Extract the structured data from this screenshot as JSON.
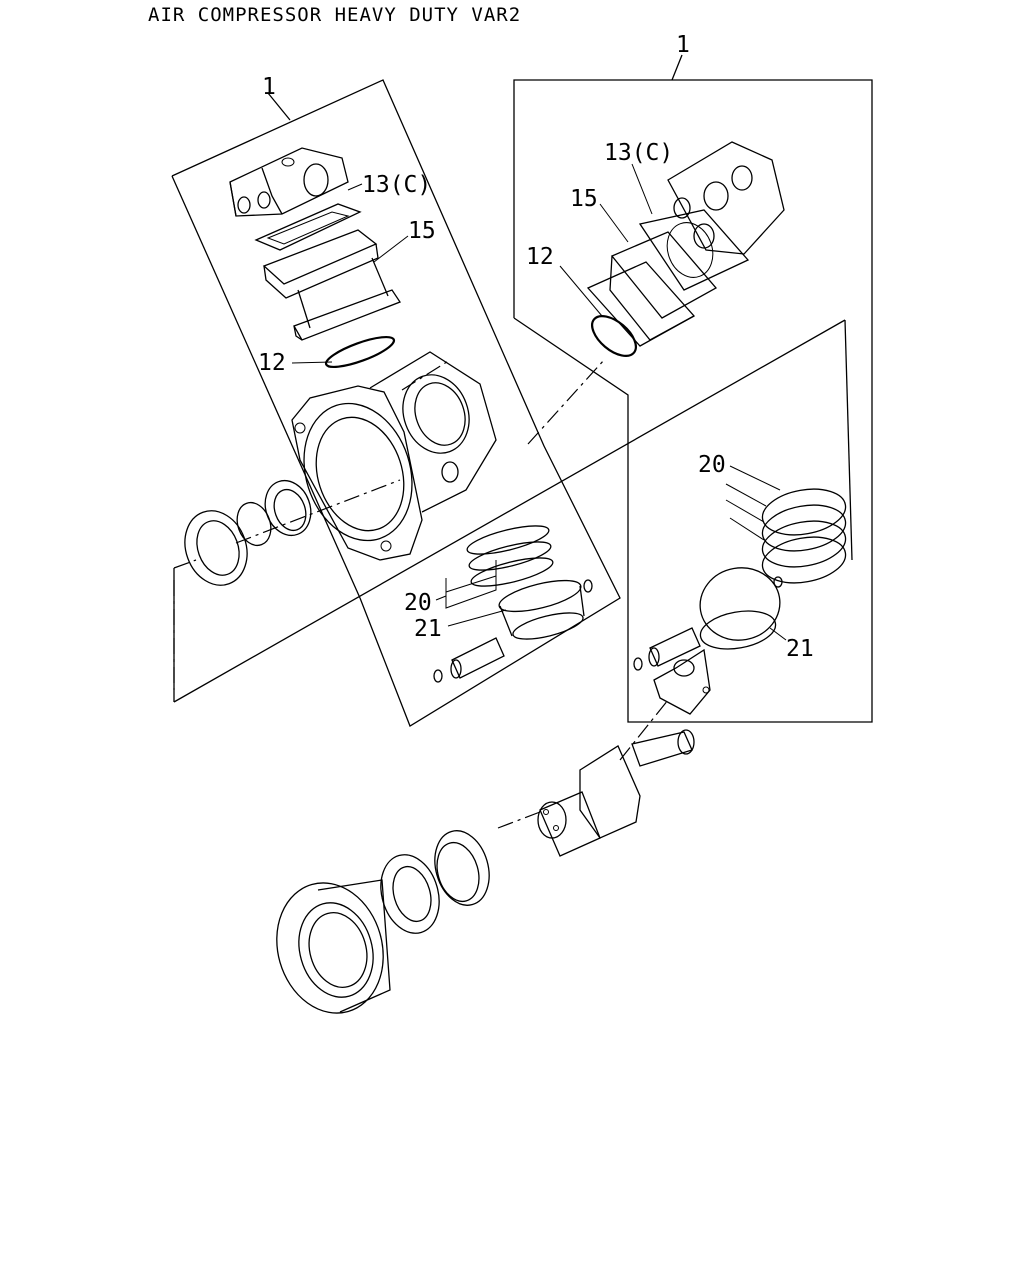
{
  "title": "AIR COMPRESSOR HEAVY DUTY VAR2",
  "callouts": {
    "left_group": "1",
    "right_group": "1",
    "left_head_gasket": "13(C)",
    "left_cylinder": "15",
    "left_o_ring": "12",
    "left_rings": "20",
    "left_piston": "21",
    "right_head_gasket": "13(C)",
    "right_cylinder": "15",
    "right_o_ring": "12",
    "right_rings": "20",
    "right_piston": "21"
  }
}
